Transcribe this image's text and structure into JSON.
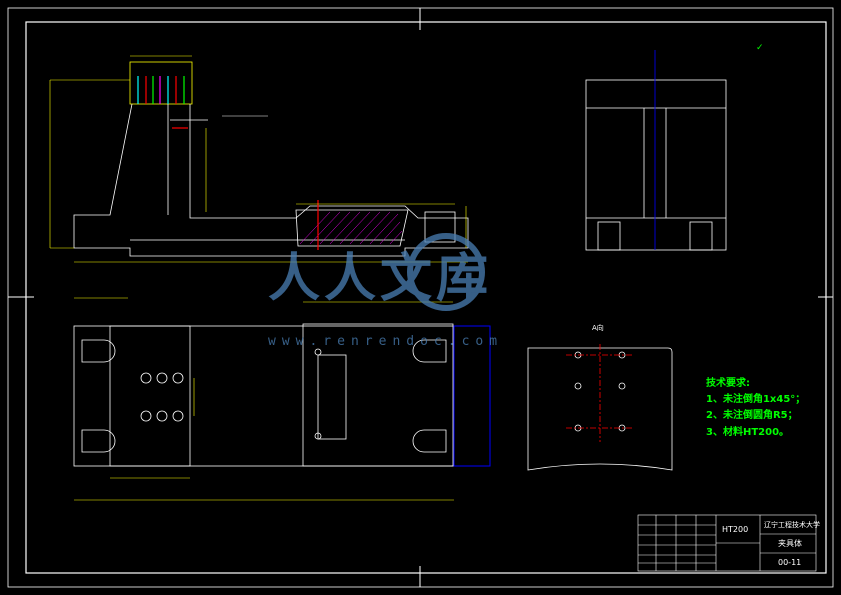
{
  "watermark": {
    "brand": "人人文库",
    "url": "www.renrendoc.com"
  },
  "view_labels": {
    "section_a": "A向"
  },
  "technical_requirements": {
    "heading": "技术要求:",
    "items": [
      "1、未注倒角1x45°；",
      "2、未注倒圆角R5；",
      "3、材料HT200。"
    ]
  },
  "title_block": {
    "material": "HT200",
    "school": "辽宁工程技术大学",
    "part_name": "夹具体",
    "drawing_no": "00-11"
  },
  "colors": {
    "background": "#000000",
    "outline": "#ffffff",
    "dimension": "#ffff00",
    "centerline": "#ff0000",
    "hatch": "#ff00ff",
    "cyan": "#00ffff",
    "tech_text": "#00ff00",
    "selection": "#0000ff",
    "watermark": "#4a7fb5"
  }
}
